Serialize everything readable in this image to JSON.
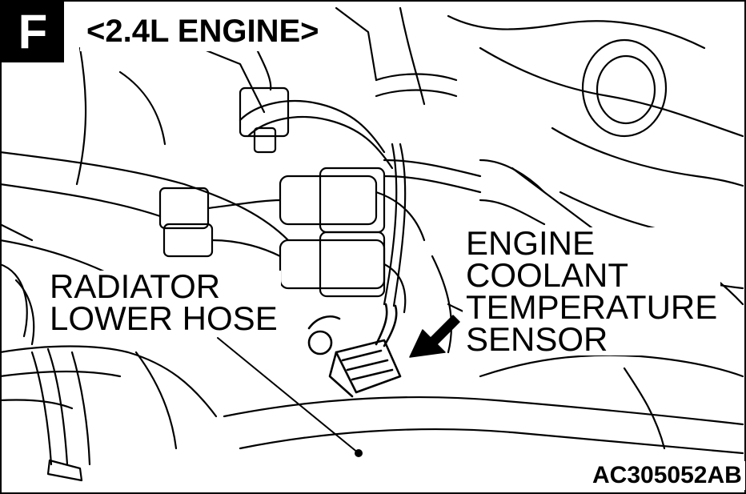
{
  "badge": "F",
  "title": "<2.4L ENGINE>",
  "callouts": {
    "radiator_lower_hose": [
      "RADIATOR",
      "LOWER HOSE"
    ],
    "engine_coolant_temp_sensor": [
      "ENGINE",
      "COOLANT",
      "TEMPERATURE",
      "SENSOR"
    ]
  },
  "figure_code": "AC305052AB",
  "colors": {
    "ink": "#000000",
    "paper": "#ffffff"
  }
}
